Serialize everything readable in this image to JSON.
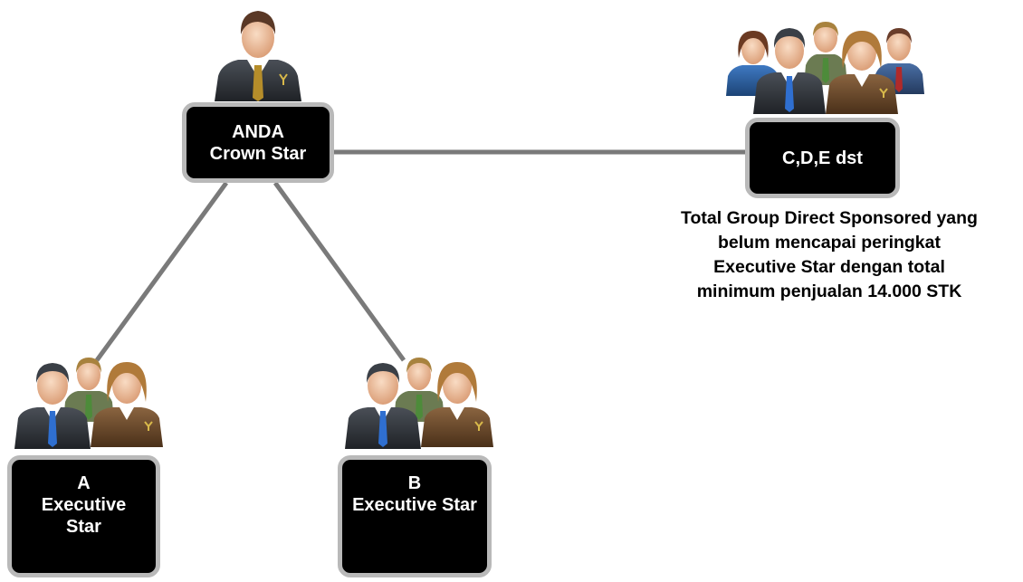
{
  "nodes": {
    "anda": {
      "line1": "ANDA",
      "line2": "Crown Star"
    },
    "cde": {
      "label": "C,D,E dst"
    },
    "a": {
      "line1": "A",
      "line2": "Executive",
      "line3": "Star"
    },
    "b": {
      "line1": "B",
      "line2": "Executive Star"
    }
  },
  "cde_note": {
    "line1": "Total Group Direct Sponsored yang",
    "line2": "belum mencapai peringkat",
    "line3": "Executive Star dengan total",
    "line4": "minimum penjualan 14.000 STK"
  },
  "colors": {
    "node_fill": "#000000",
    "node_border": "#b9b9b9",
    "node_text": "#ffffff",
    "connector": "#7a7a7a",
    "suit_dark": "#2f3338",
    "suit_brown": "#6b4a2c",
    "suit_blue": "#2a5d9c",
    "skin": "#f2c6a4",
    "tie_gold": "#b58d2a",
    "tie_blue": "#2f6fd0",
    "tie_green": "#4d8b3a"
  },
  "icons": [
    "single-person-icon",
    "people-group-icon"
  ]
}
